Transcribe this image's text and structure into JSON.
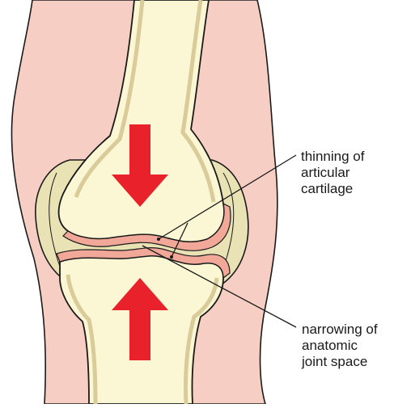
{
  "diagram": {
    "labels": {
      "thinning": [
        "thinning of",
        "articular",
        "cartilage"
      ],
      "narrowing": [
        "narrowing of",
        "anatomic",
        "joint space"
      ]
    },
    "colors": {
      "soft_tissue": "#f7cec3",
      "bone": "#fbf6d3",
      "bone_outline": "#1a1a1a",
      "cortex": "#d9cc9a",
      "cartilage": "#f2a898",
      "capsule": "#e8e2b4",
      "arrow": "#e8212b",
      "leader_line": "#1a1a1a"
    }
  }
}
